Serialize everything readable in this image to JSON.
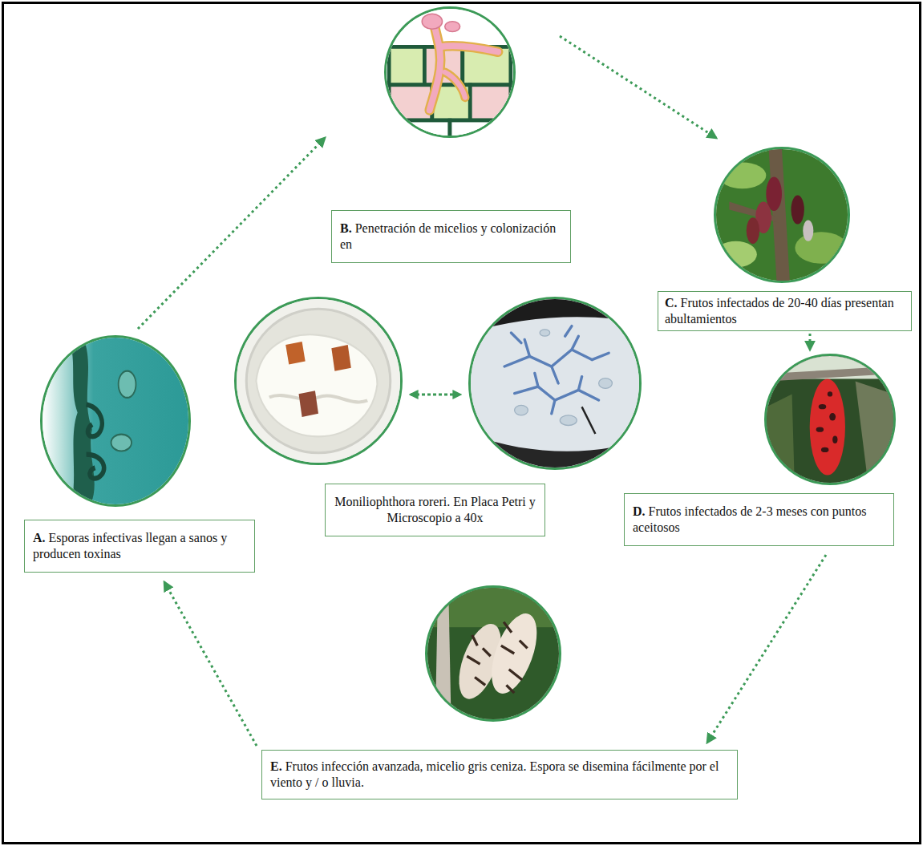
{
  "diagram": {
    "nodes": [
      {
        "text": [
          "A. Esporas infectivas llegan a sanos y producen toxinas"
        ]
      },
      {
        "text": [
          "B. Penetración de micelios y colonización en"
        ]
      },
      {
        "text": [
          "C. Frutos infectados de 20-40 días presentan abultamientos"
        ]
      },
      {
        "text": [
          "D. Frutos infectados de 2-3 meses con puntos aceitosos"
        ]
      },
      {
        "text": [
          "E. Frutos infección avanzada, micelio gris ceniza. Espora se disemina fácilmente por el viento y / o lluvia."
        ]
      },
      {
        "text": [
          "Moniliophthora roreri. En Placa Petri y Microscopio a 40x"
        ]
      }
    ],
    "edges": [
      {
        "from": 0,
        "to": 1,
        "arrow": "to"
      },
      {
        "from": 1,
        "to": 2,
        "arrow": "to"
      },
      {
        "from": 2,
        "to": 3,
        "arrow": "to"
      },
      {
        "from": 3,
        "to": 4,
        "arrow": "to"
      },
      {
        "from": 4,
        "to": 0,
        "arrow": "to"
      }
    ]
  }
}
